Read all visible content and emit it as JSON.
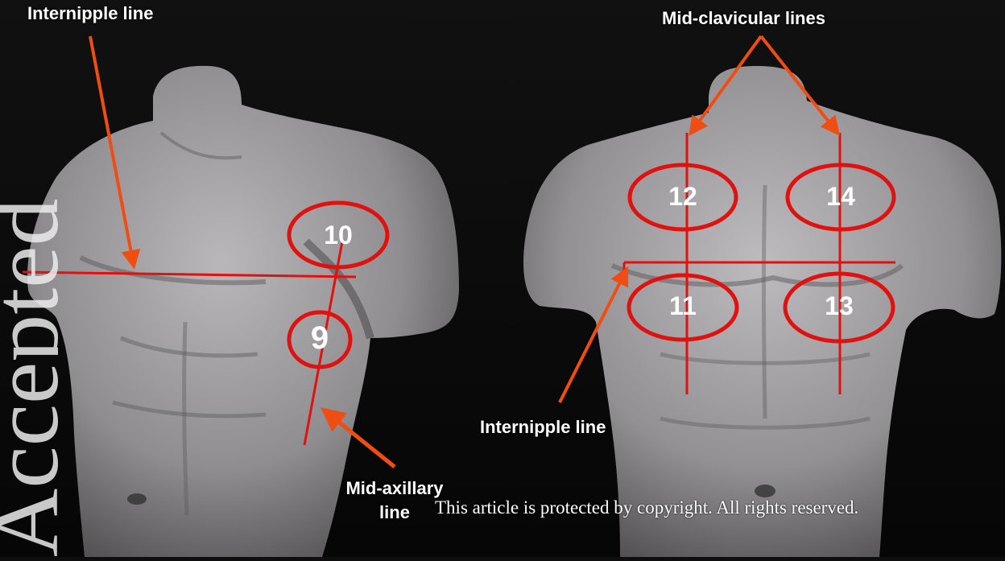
{
  "labels": {
    "internipple_left": "Internipple line",
    "mid_axillary_line1": "Mid-axillary",
    "mid_axillary_line2": "line",
    "mid_clavicular": "Mid-clavicular lines",
    "internipple_right": "Internipple line"
  },
  "positions": {
    "left_panel": [
      "10",
      "9"
    ],
    "right_panel": [
      "12",
      "14",
      "11",
      "13"
    ]
  },
  "watermark_text": "Accepted",
  "copyright": "This article is protected by copyright. All rights reserved.",
  "colors": {
    "annotation_red": "#e0120f",
    "arrow_orange": "#f04d12",
    "background": "#0e0e0e"
  }
}
